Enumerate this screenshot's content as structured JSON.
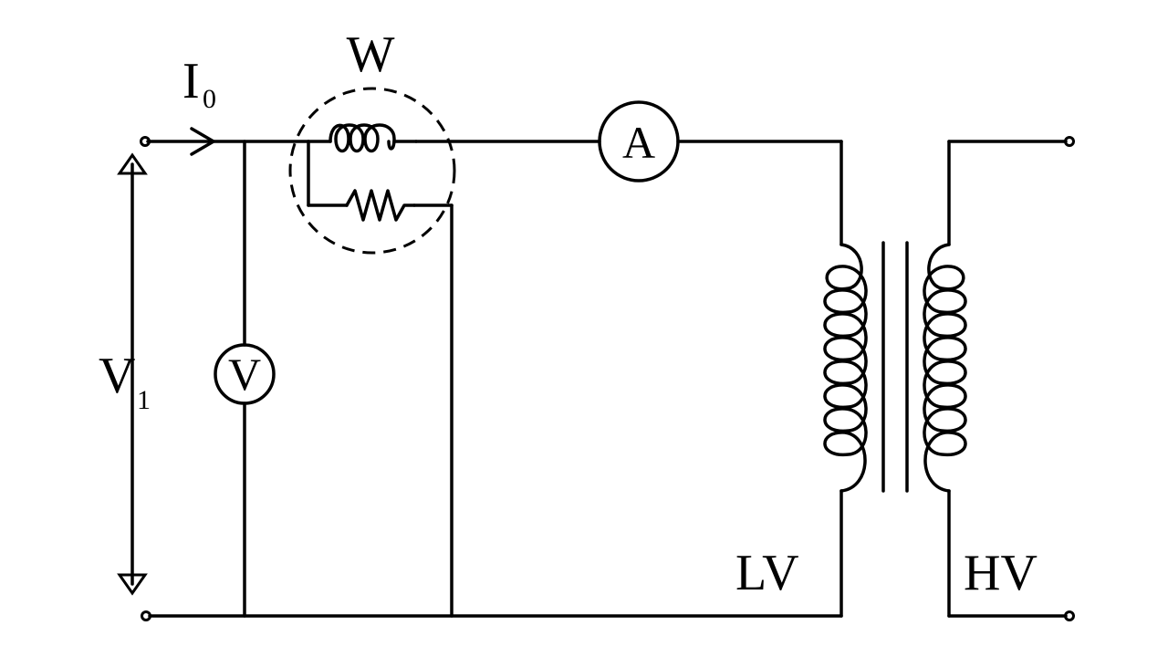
{
  "labels": {
    "current": "I",
    "current_sub": "0",
    "voltage": "V",
    "voltage_sub": "1",
    "wattmeter": "W",
    "ammeter": "A",
    "voltmeter": "V",
    "low_voltage": "LV",
    "high_voltage": "HV"
  },
  "colors": {
    "ink": "#000000",
    "background": "#ffffff"
  }
}
